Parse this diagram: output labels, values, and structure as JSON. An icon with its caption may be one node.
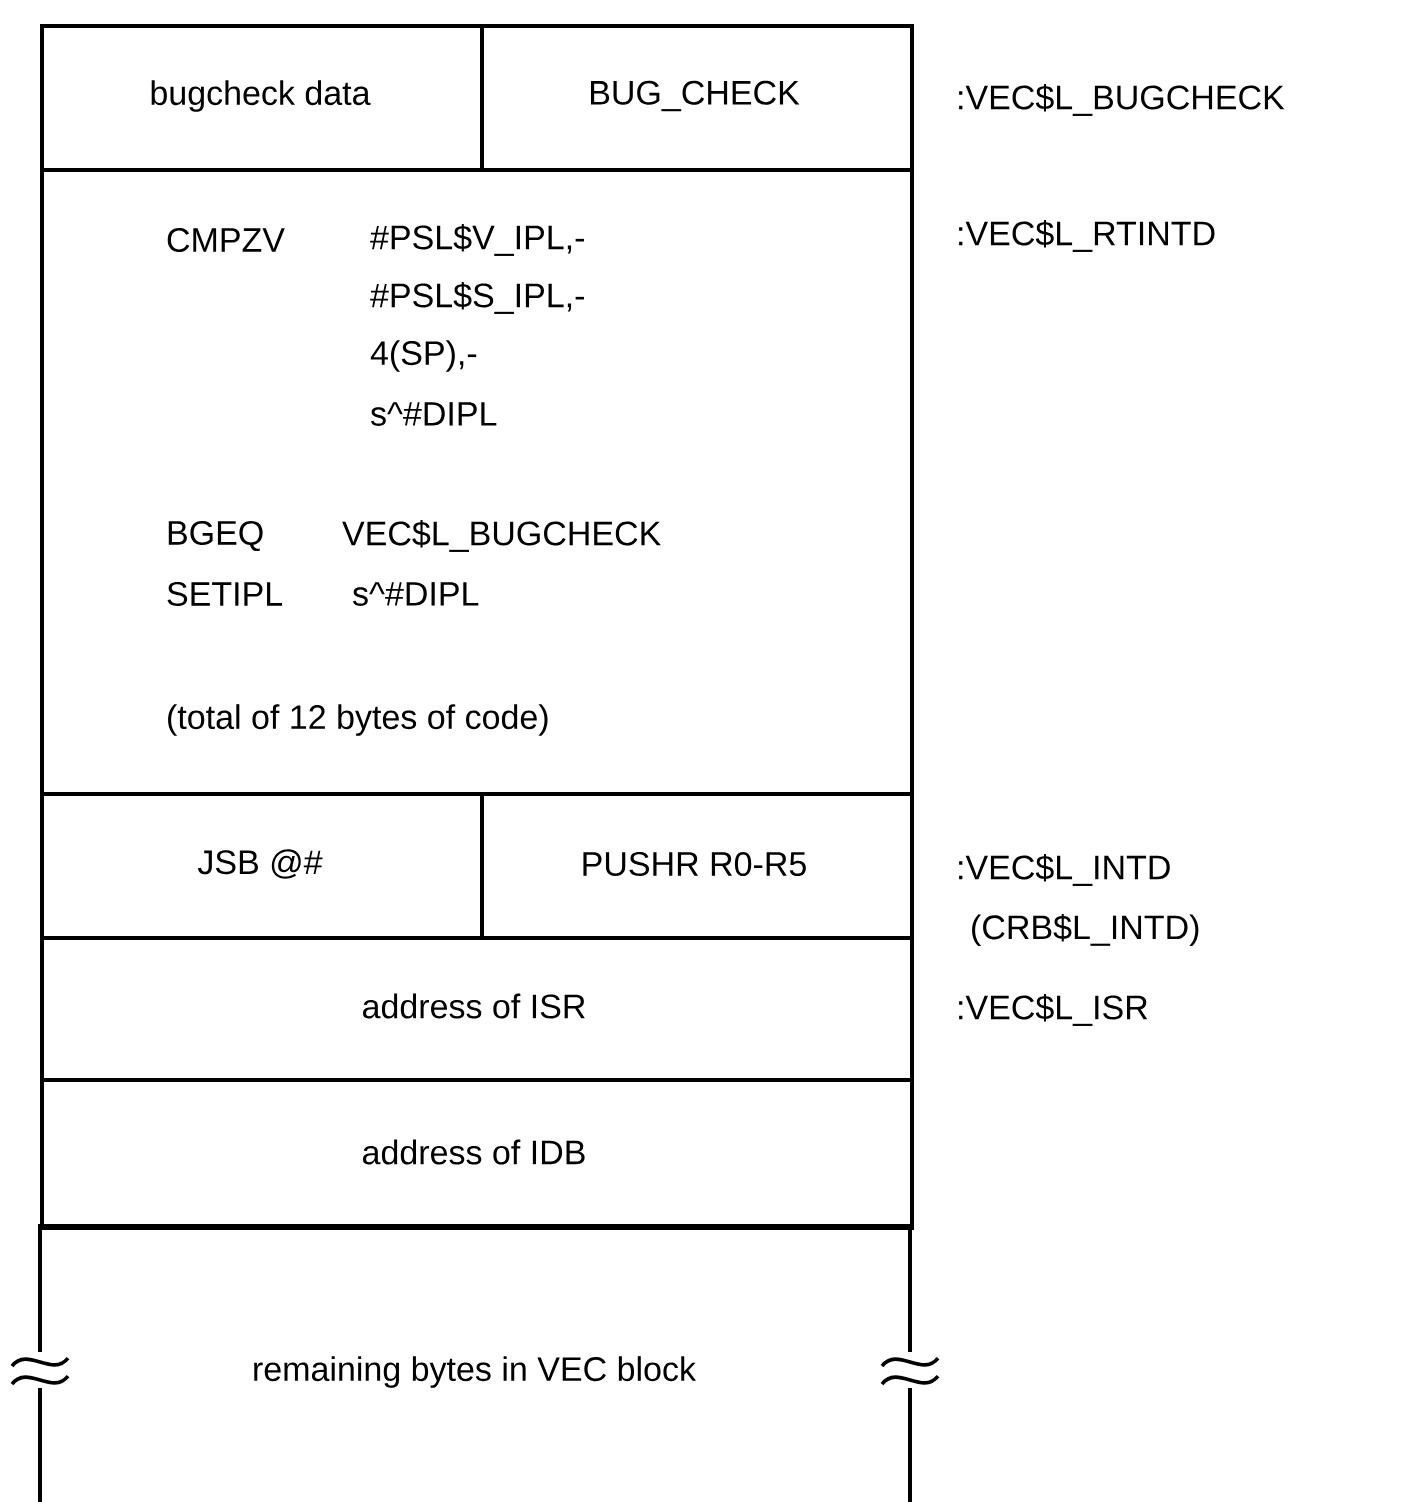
{
  "diagram": {
    "nodes": [
      {
        "text": [
          "bugcheck data"
        ]
      },
      {
        "text": [
          "BUG_CHECK"
        ]
      },
      {
        "text": [
          "CMPZV",
          "#PSL$V_IPL,-",
          "#PSL$S_IPL,-",
          "4(SP),-",
          "s^#DIPL",
          "BGEQ",
          "VEC$L_BUGCHECK",
          "SETIPL",
          "s^#DIPL",
          "(total of 12 bytes of code)"
        ]
      },
      {
        "text": [
          "JSB @#"
        ]
      },
      {
        "text": [
          "PUSHR R0-R5"
        ]
      },
      {
        "text": [
          "address of ISR"
        ]
      },
      {
        "text": [
          "address of IDB"
        ]
      },
      {
        "text": [
          "remaining bytes in VEC block"
        ]
      }
    ],
    "labels": [
      ":VEC$L_BUGCHECK",
      ":VEC$L_RTINTD",
      ":VEC$L_INTD",
      "(CRB$L_INTD)",
      ":VEC$L_ISR"
    ]
  }
}
